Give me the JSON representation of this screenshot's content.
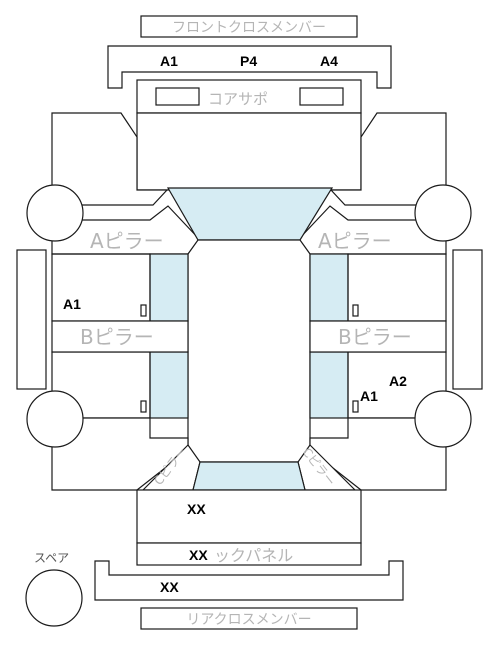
{
  "labels": {
    "front_cross_member": "フロントクロスメンバー",
    "core_support": "コアサポ",
    "a_pillar": "Aピラー",
    "b_pillar": "Bピラー",
    "c_pillar": "Cピラー",
    "back_panel_rest": "ックパネル",
    "rear_cross_member": "リアクロスメンバー",
    "spare": "スペア"
  },
  "marks": {
    "front_left": "A1",
    "front_center": "P4",
    "front_right": "A4",
    "left_door": "A1",
    "right_rear_a1": "A1",
    "right_rear_a2": "A2",
    "trunk": "XX",
    "back_panel": "XX",
    "rear_member": "XX"
  }
}
